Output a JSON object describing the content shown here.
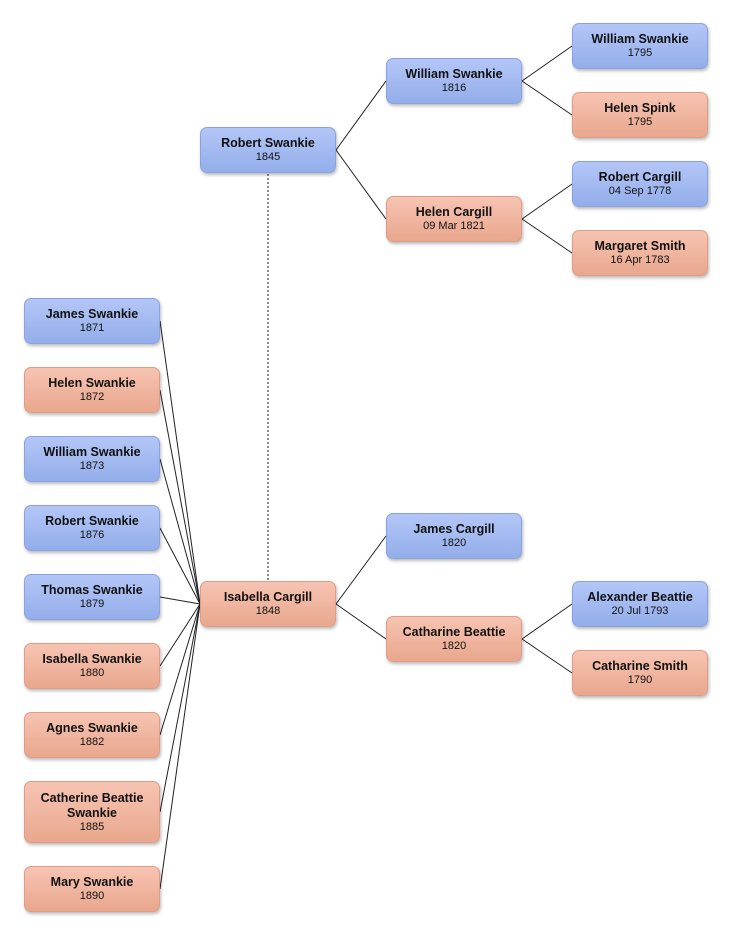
{
  "colors": {
    "male": "#a3b9f1",
    "female": "#f1b59f",
    "line": "#222222",
    "spouse_line": "#666666"
  },
  "people": {
    "robert_swankie": {
      "name": "Robert Swankie",
      "date": "1845",
      "sex": "male"
    },
    "isabella_cargill": {
      "name": "Isabella Cargill",
      "date": "1848",
      "sex": "female"
    },
    "william_swankie_1816": {
      "name": "William Swankie",
      "date": "1816",
      "sex": "male"
    },
    "helen_cargill": {
      "name": "Helen Cargill",
      "date": "09 Mar 1821",
      "sex": "female"
    },
    "william_swankie_1795": {
      "name": "William Swankie",
      "date": "1795",
      "sex": "male"
    },
    "helen_spink": {
      "name": "Helen Spink",
      "date": "1795",
      "sex": "female"
    },
    "robert_cargill": {
      "name": "Robert Cargill",
      "date": "04 Sep 1778",
      "sex": "male"
    },
    "margaret_smith": {
      "name": "Margaret Smith",
      "date": "16 Apr 1783",
      "sex": "female"
    },
    "james_cargill": {
      "name": "James Cargill",
      "date": "1820",
      "sex": "male"
    },
    "catharine_beattie": {
      "name": "Catharine Beattie",
      "date": "1820",
      "sex": "female"
    },
    "alexander_beattie": {
      "name": "Alexander Beattie",
      "date": "20 Jul 1793",
      "sex": "male"
    },
    "catharine_smith": {
      "name": "Catharine Smith",
      "date": "1790",
      "sex": "female"
    }
  },
  "children": [
    {
      "name": "James Swankie",
      "date": "1871",
      "sex": "male"
    },
    {
      "name": "Helen Swankie",
      "date": "1872",
      "sex": "female"
    },
    {
      "name": "William Swankie",
      "date": "1873",
      "sex": "male"
    },
    {
      "name": "Robert Swankie",
      "date": "1876",
      "sex": "male"
    },
    {
      "name": "Thomas Swankie",
      "date": "1879",
      "sex": "male"
    },
    {
      "name": "Isabella Swankie",
      "date": "1880",
      "sex": "female"
    },
    {
      "name": "Agnes Swankie",
      "date": "1882",
      "sex": "female"
    },
    {
      "name": "Catherine Beattie Swankie",
      "date": "1885",
      "sex": "female"
    },
    {
      "name": "Mary Swankie",
      "date": "1890",
      "sex": "female"
    }
  ]
}
